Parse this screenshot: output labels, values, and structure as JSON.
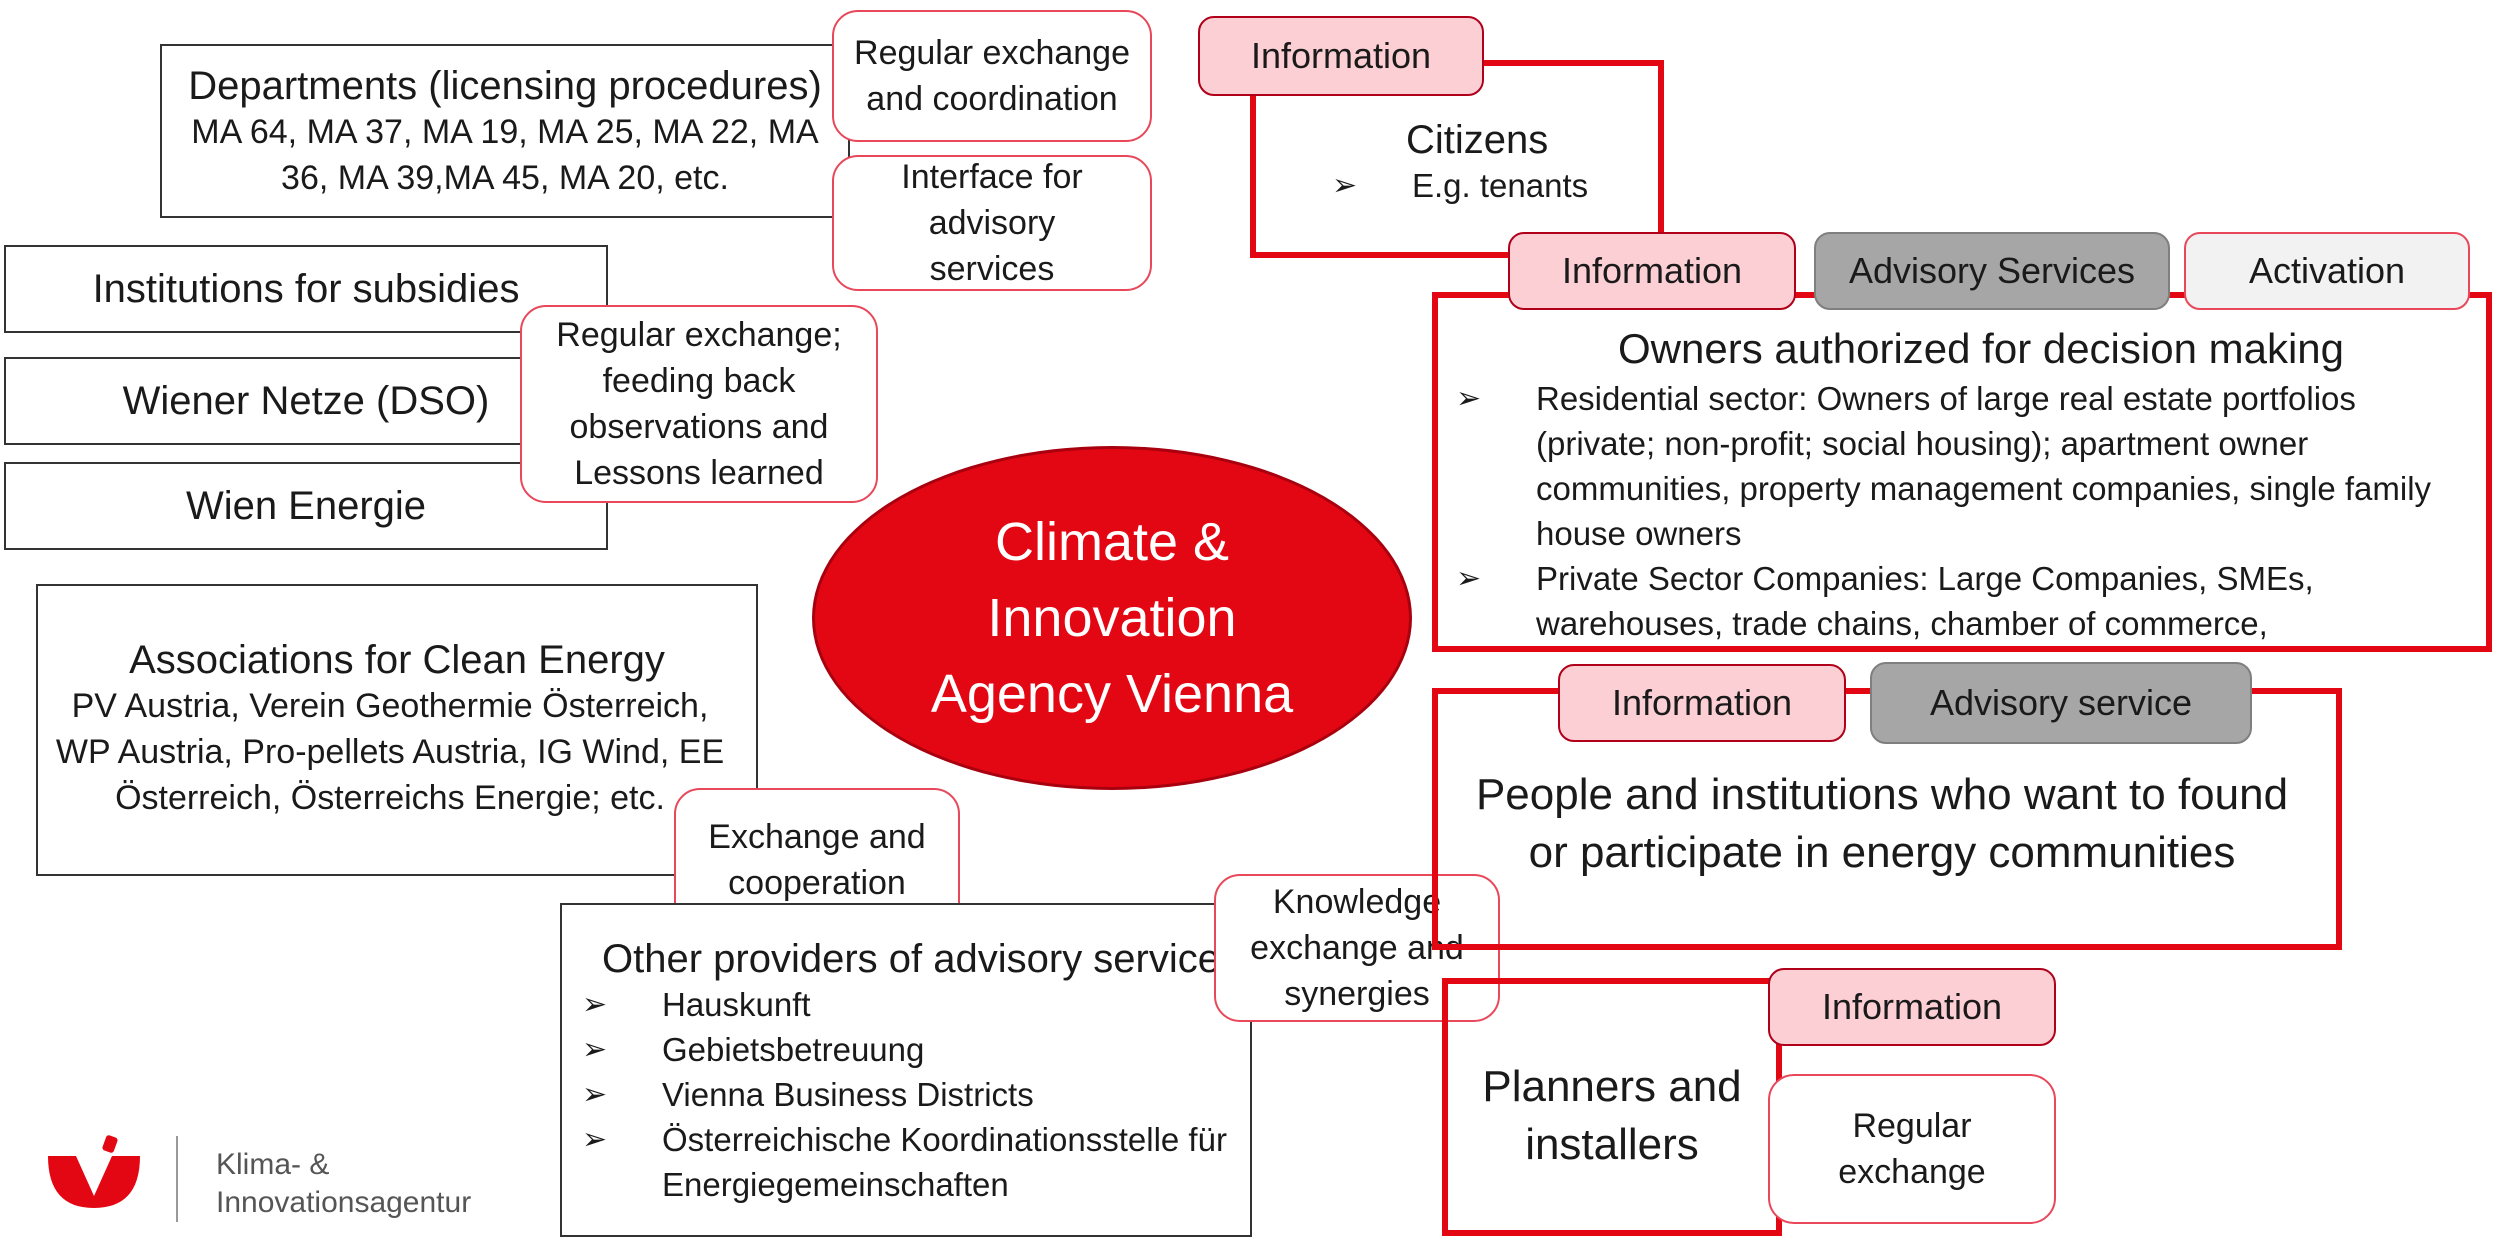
{
  "departments": {
    "title": "Departments (licensing procedures)",
    "body": "MA 64, MA 37, MA 19, MA 25, MA 22, MA 36, MA 39,MA 45, MA 20, etc."
  },
  "pill_regular_exchange_coordination": "Regular exchange and coordination",
  "pill_interface_advisory": "Interface for advisory services",
  "institutions_subsidies": "Institutions for subsidies",
  "wiener_netze": "Wiener Netze (DSO)",
  "wien_energie": "Wien Energie",
  "pill_feeding_back": "Regular exchange; feeding back observations and Lessons learned",
  "center": "Climate & Innovation Agency Vienna",
  "associations": {
    "title": "Associations for Clean Energy",
    "body": "PV Austria, Verein Geothermie Österreich, WP Austria, Pro-pellets Austria, IG Wind, EE Österreich, Österreichs Energie; etc."
  },
  "pill_exchange_cooperation": "Exchange and cooperation",
  "other_providers": {
    "title": "Other providers of advisory services",
    "items": [
      "Hauskunft",
      "Gebietsbetreuung",
      "Vienna Business Districts",
      "Österreichische Koordinationsstelle für Energiegemeinschaften"
    ]
  },
  "pill_knowledge": "Knowledge exchange and synergies",
  "citizens": {
    "tag": "Information",
    "title": "Citizens",
    "item": "E.g. tenants"
  },
  "owners": {
    "tags": [
      "Information",
      "Advisory Services",
      "Activation"
    ],
    "title": "Owners authorized for decision making",
    "items": [
      "Residential sector: Owners of large real estate portfolios (private; non-profit; social housing); apartment owner communities, property management companies, single family house owners",
      "Private Sector Companies: Large Companies, SMEs, warehouses, trade chains, chamber of commerce,"
    ]
  },
  "energy_communities": {
    "tags": [
      "Information",
      "Advisory service"
    ],
    "text_a": "People and institutions",
    "text_b": " who want to found or participate in ",
    "text_c": "energy communities"
  },
  "planners": {
    "tag": "Information",
    "title": "Planners and installers",
    "pill": "Regular exchange"
  },
  "logo": {
    "text": "Klima- & Innovationsagentur"
  },
  "colors": {
    "accent": "#e30613",
    "pink": "#fbcfd4",
    "gray": "#a6a6a6"
  }
}
